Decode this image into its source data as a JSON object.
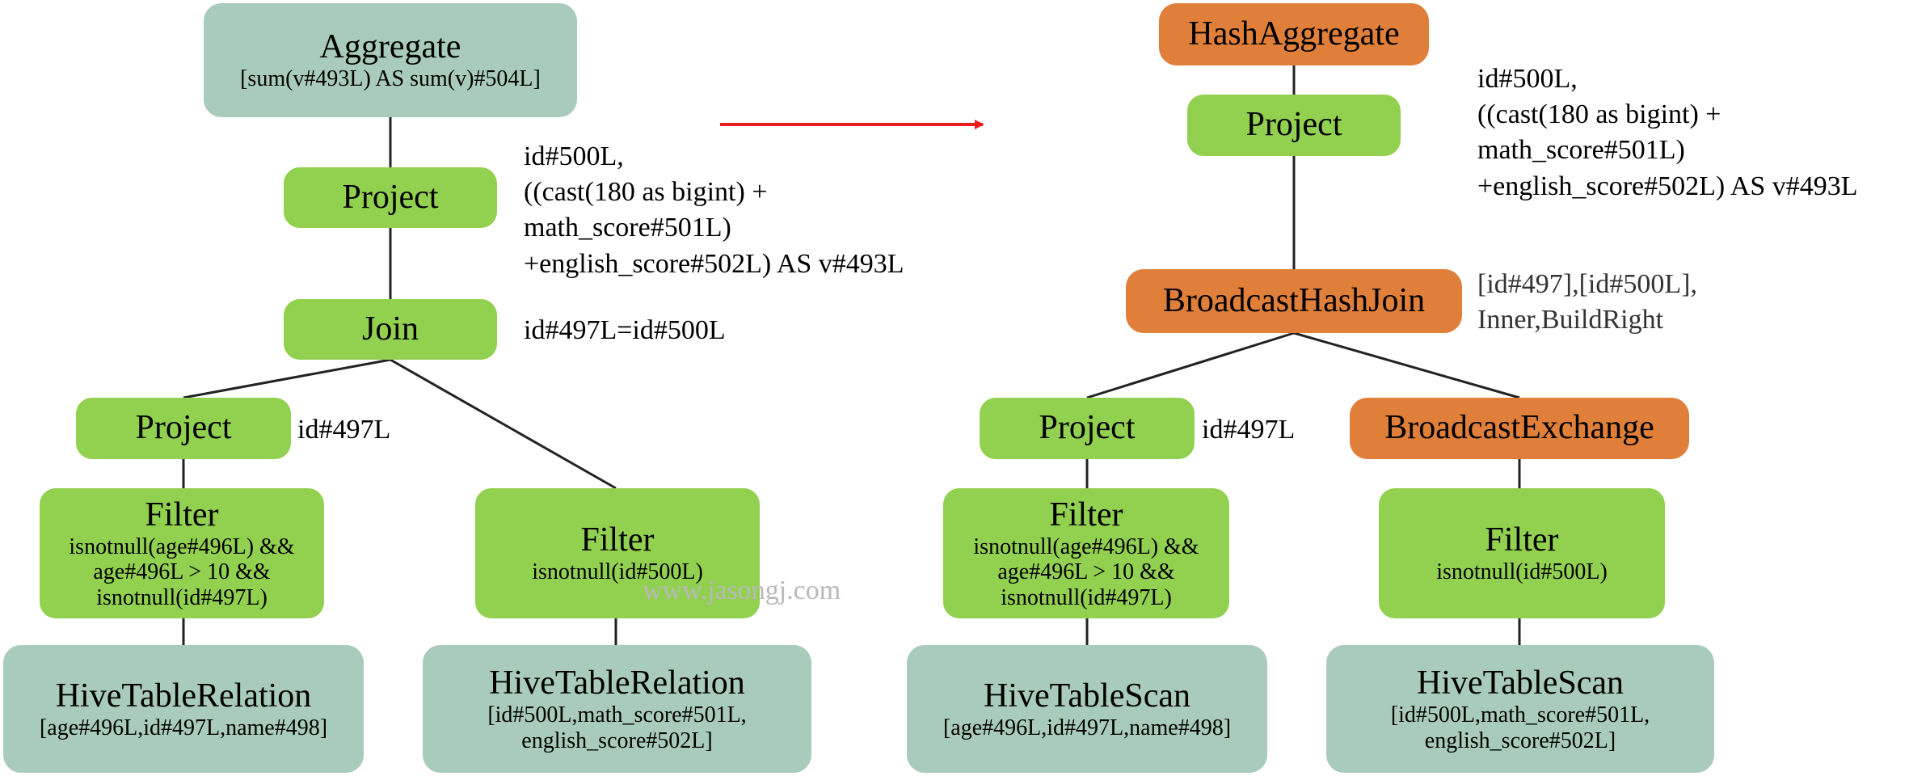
{
  "watermark": "www.jasongj.com",
  "left": {
    "aggregate": {
      "title": "Aggregate",
      "sub": [
        "[sum(v#493L) AS sum(v)#504L]"
      ]
    },
    "project_top": {
      "title": "Project"
    },
    "project_top_note": [
      "id#500L,",
      "((cast(180 as bigint) +",
      "math_score#501L)",
      "+english_score#502L) AS v#493L"
    ],
    "join": {
      "title": "Join"
    },
    "join_note": [
      "id#497L=id#500L"
    ],
    "project_left": {
      "title": "Project"
    },
    "project_left_note": [
      "id#497L"
    ],
    "filter_left": {
      "title": "Filter",
      "sub": [
        "isnotnull(age#496L) &&",
        "age#496L > 10 &&",
        "isnotnull(id#497L)"
      ]
    },
    "filter_right": {
      "title": "Filter",
      "sub": [
        "isnotnull(id#500L)"
      ]
    },
    "relation_left": {
      "title": "HiveTableRelation",
      "sub": [
        "[age#496L,id#497L,name#498]"
      ]
    },
    "relation_right": {
      "title": "HiveTableRelation",
      "sub": [
        "[id#500L,math_score#501L,",
        "english_score#502L]"
      ]
    }
  },
  "right": {
    "hash_aggregate": {
      "title": "HashAggregate"
    },
    "project_top": {
      "title": "Project"
    },
    "project_top_note": [
      "id#500L,",
      "((cast(180 as bigint) +",
      "math_score#501L)",
      "+english_score#502L) AS v#493L"
    ],
    "bhj": {
      "title": "BroadcastHashJoin"
    },
    "bhj_note": [
      "[id#497],[id#500L],",
      "Inner,BuildRight"
    ],
    "project_left": {
      "title": "Project"
    },
    "project_left_note": [
      "id#497L"
    ],
    "broadcast_exchange": {
      "title": "BroadcastExchange"
    },
    "filter_left": {
      "title": "Filter",
      "sub": [
        "isnotnull(age#496L) &&",
        "age#496L > 10 &&",
        "isnotnull(id#497L)"
      ]
    },
    "filter_right": {
      "title": "Filter",
      "sub": [
        "isnotnull(id#500L)"
      ]
    },
    "scan_left": {
      "title": "HiveTableScan",
      "sub": [
        "[age#496L,id#497L,name#498]"
      ]
    },
    "scan_right": {
      "title": "HiveTableScan",
      "sub": [
        "[id#500L,math_score#501L,",
        "english_score#502L]"
      ]
    }
  },
  "colors": {
    "green": "#92d050",
    "gray": "#a8cbbc",
    "orange": "#e07f3a",
    "arrow": "#ee1c1c",
    "edge": "#222222"
  }
}
